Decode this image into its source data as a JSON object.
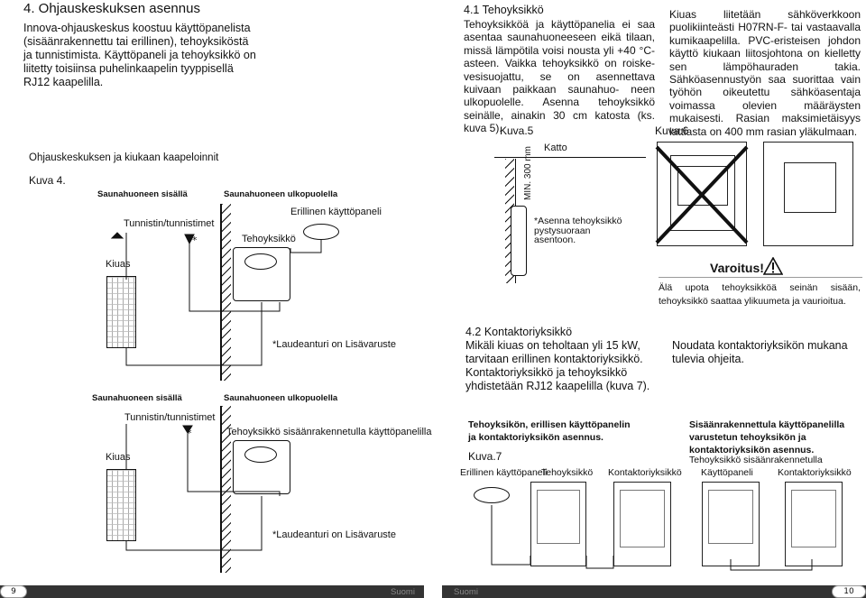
{
  "left": {
    "section_title": "4. Ohjauskeskuksen asennus",
    "intro": "Innova-ohjauskeskus koostuu käyttöpanelista (sisäänrakennettu tai erillinen), tehoyksiköstä ja tunnistimista. Käyttöpaneli ja tehoyksikkö on liitetty toisiinsa puhelinkaapelin tyyppisellä RJ12 kaapelilla.",
    "cabling_heading": "Ohjauskeskuksen ja kiukaan kaapeloinnit",
    "figure_label": "Kuva 4.",
    "diagram_top": {
      "inside": "Saunahuoneen sisällä",
      "outside": "Saunahuoneen ulkopuolella",
      "sensor": "Tunnistin/tunnistimet",
      "asterisk": "*",
      "heater": "Kiuas",
      "power_unit": "Tehoyksikkö",
      "separate_panel": "Erillinen käyttöpaneli",
      "footnote": "*Laudeanturi on Lisävaruste"
    },
    "diagram_bottom": {
      "inside": "Saunahuoneen sisällä",
      "outside": "Saunahuoneen ulkopuolella",
      "sensor": "Tunnistin/tunnistimet",
      "asterisk": "*",
      "heater": "Kiuas",
      "power_unit_builtin": "Tehoyksikkö sisäänrakennetulla käyttöpanelilla",
      "footnote": "*Laudeanturi on Lisävaruste"
    },
    "footer": {
      "page": "9",
      "language": "Suomi"
    }
  },
  "right": {
    "s41_title": "4.1 Tehoyksikkö",
    "s41_text": "Tehoyksikköä ja käyttöpanelia ei saa asentaa saunahuoneeseen eikä tilaan, missä lämpötila voisi nousta yli +40 °C-asteen. Vaikka tehoyksikkö on roiske-vesisuojattu, se on asennettava kuivaan paikkaan saunahuo- neen ulkopuolelle. Asenna tehoyksikkö seinälle, ainakin 30 cm katosta (ks. kuva 5).",
    "s41_text2": "Kiuas liitetään sähköverkkoon puolikiinteästi H07RN-F- tai vastaavalla kumikaapelilla. PVC-eristeisen johdon käyttö kiukaan liitosjohtona on kielletty sen lämpöhauraden takia. Sähköasennustyön saa suorittaa vain työhön oikeutettu sähköasentaja voimassa olevien määräysten mukaisesti. Rasian maksimietäisyys lattiasta on 400 mm rasian yläkulmaan.",
    "kuva5": "Kuva.5",
    "ceiling": "Katto",
    "min_dist": "MIN. 300 mm",
    "vertical_note": "*Asenna tehoyksikkö pystysuoraan asentoon.",
    "kuva6": "Kuva.6",
    "warning_title": "Varoitus!",
    "warning_icon": "exclamation-triangle-icon",
    "warning_text": "Älä upota tehoyksikköä seinän sisään, tehoyksikkö saattaa ylikuumeta ja vaurioitua.",
    "s42_title": "4.2 Kontaktoriyksikkö",
    "s42_text": "Mikäli kiuas on teholtaan yli 15 kW, tarvitaan erillinen kontaktoriyksikkö. Kontaktoriyksikkö ja tehoyksikkö yhdistetään RJ12 kaapelilla (kuva 7).",
    "s42_text2": "Noudata kontaktoriyksikön mukana tulevia ohjeita.",
    "fig7_left_caption": "Tehoyksikön, erillisen käyttöpanelin ja kontaktoriyksikön asennus.",
    "kuva7": "Kuva.7",
    "fig7_left_labels": [
      "Erillinen käyttöpaneli",
      "Tehoyksikkö",
      "Kontaktoriyksikkö"
    ],
    "fig7_right_caption": "Sisäänrakennettula käyttöpanelilla varustetun tehoyksikön ja kontaktoriyksikön asennus.",
    "fig7_right_sub": "Tehoyksikkö sisäänrakennetulla",
    "fig7_right_labels": [
      "Käyttöpaneli",
      "Kontaktoriyksikkö"
    ],
    "footer": {
      "page": "10",
      "language": "Suomi"
    }
  }
}
